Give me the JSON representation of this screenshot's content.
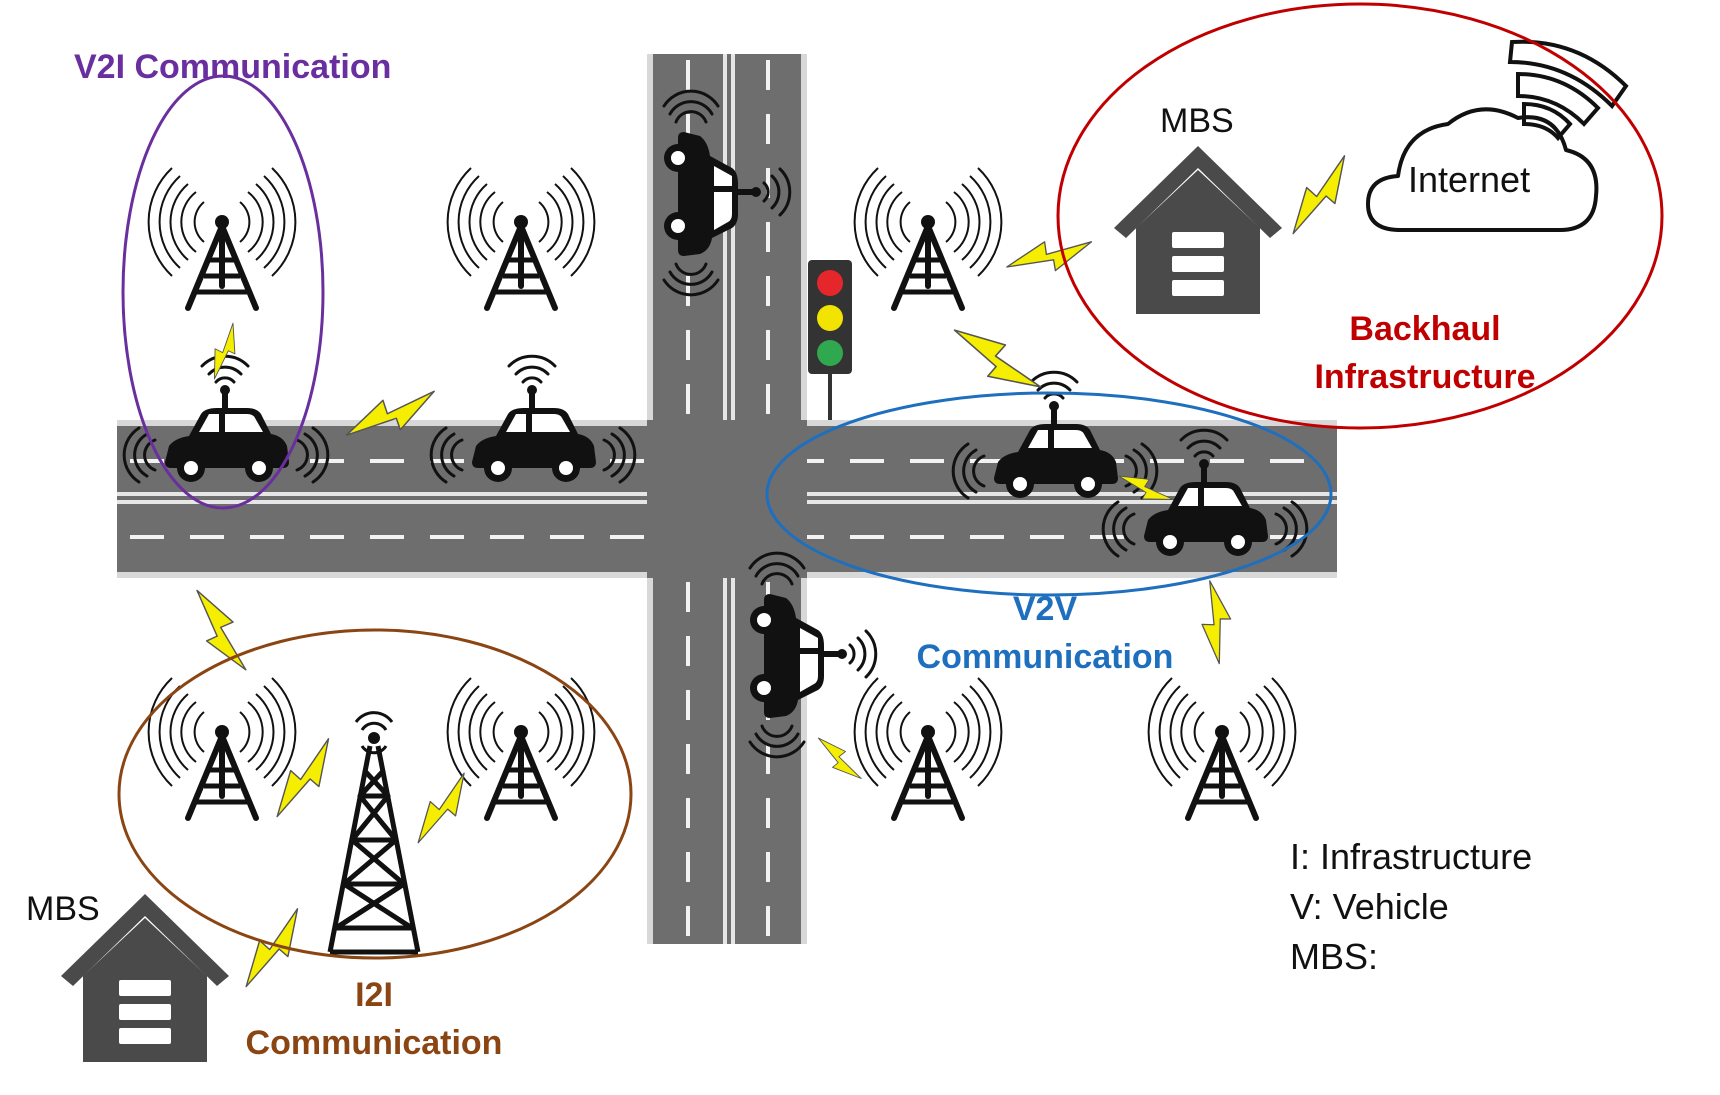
{
  "labels": {
    "v2i": "V2I Communication",
    "v2v_line1": "V2V",
    "v2v_line2": "Communication",
    "i2i_line1": "I2I",
    "i2i_line2": "Communication",
    "backhaul_line1": "Backhaul",
    "backhaul_line2": "Infrastructure",
    "mbs_top": "MBS",
    "mbs_bottom": "MBS",
    "internet": "Internet"
  },
  "legend": {
    "i": "I: Infrastructure",
    "v": "V: Vehicle",
    "mbs": "MBS:"
  },
  "colors": {
    "v2i": "#6a2f9e",
    "v2v": "#1f6fbf",
    "i2i": "#8b4513",
    "backhaul": "#c00000",
    "road": "#6e6e6e",
    "lightning": "#f5ee00",
    "house": "#4a4a4a"
  },
  "icons": {
    "tower": "antenna-tower-icon",
    "car": "connected-car-icon",
    "house": "base-station-house-icon",
    "cloud": "cloud-icon",
    "traffic_light": "traffic-light-icon",
    "lightning": "lightning-bolt-icon",
    "lattice_tower": "lattice-tower-icon"
  }
}
